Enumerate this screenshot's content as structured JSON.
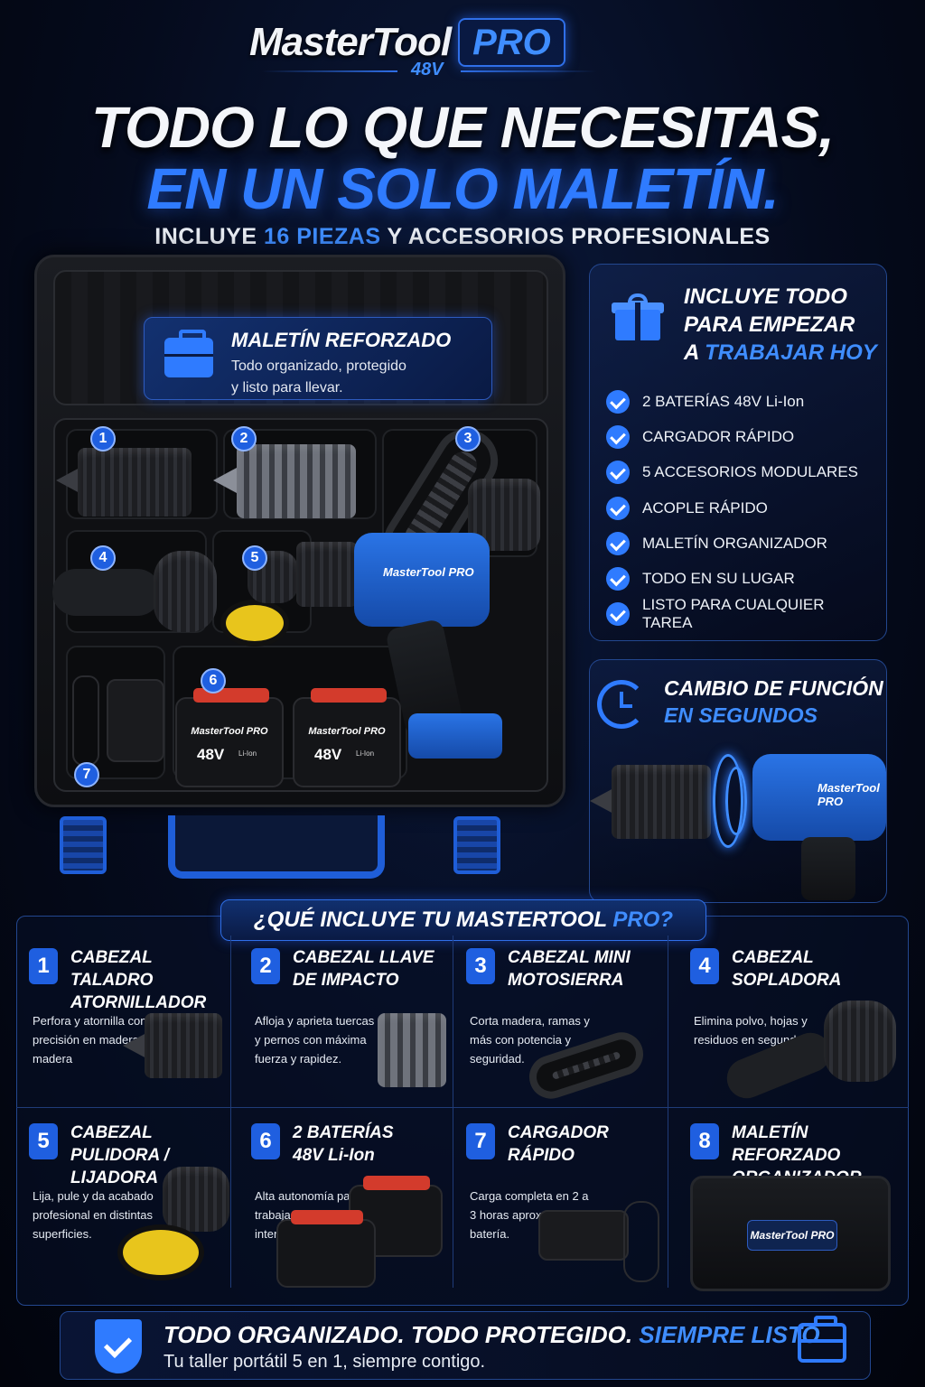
{
  "brand": {
    "name": "MasterTool",
    "pro": "PRO",
    "voltage": "48V"
  },
  "headline": {
    "line1": "TODO LO QUE NECESITAS,",
    "line2": "EN UN SOLO MALETÍN.",
    "sub_a": "INCLUYE ",
    "sub_hl": "16 PIEZAS",
    "sub_b": " Y ACCESORIOS PROFESIONALES"
  },
  "case": {
    "card_title": "MALETÍN REFORZADO",
    "card_text_1": "Todo organizado, protegido",
    "card_text_2": "y listo para llevar.",
    "numbers": [
      "1",
      "2",
      "3",
      "4",
      "5",
      "6",
      "7"
    ],
    "drill_label": "MasterTool PRO",
    "battery_brand": "MasterTool PRO",
    "battery_volt": "48V",
    "battery_chem": "Li-Ion"
  },
  "includes": {
    "title_1": "INCLUYE TODO",
    "title_2": "PARA EMPEZAR",
    "title_3a": "A ",
    "title_3b": "TRABAJAR HOY",
    "items": [
      "2 BATERÍAS 48V Li-Ion",
      "CARGADOR RÁPIDO",
      "5 ACCESORIOS MODULARES",
      "ACOPLE RÁPIDO",
      "MALETÍN ORGANIZADOR",
      "TODO EN SU LUGAR",
      "LISTO PARA CUALQUIER TAREA"
    ]
  },
  "quick_change": {
    "title_1": "CAMBIO DE FUNCIÓN",
    "title_2": "EN SEGUNDOS",
    "drill_label": "MasterTool PRO"
  },
  "grid": {
    "title_a": "¿QUÉ INCLUYE TU MASTERTOOL ",
    "title_hl": "PRO?",
    "cells": [
      {
        "num": "1",
        "title_1": "CABEZAL TALADRO",
        "title_2": "ATORNILLADOR",
        "text": "Perfora y atornilla con precisión en madera en madera"
      },
      {
        "num": "2",
        "title_1": "CABEZAL LLAVE",
        "title_2": "DE IMPACTO",
        "text": "Afloja y aprieta tuercas y pernos con máxima fuerza y rapidez."
      },
      {
        "num": "3",
        "title_1": "CABEZAL MINI",
        "title_2": "MOTOSIERRA",
        "text": "Corta madera, ramas y más con potencia y seguridad."
      },
      {
        "num": "4",
        "title_1": "CABEZAL",
        "title_2": "SOPLADORA",
        "text": "Elimina polvo, hojas y residuos en segundos."
      },
      {
        "num": "5",
        "title_1": "CABEZAL",
        "title_2": "PULIDORA / LIJADORA",
        "text": "Lija, pule y da acabado profesional en distintas superficies."
      },
      {
        "num": "6",
        "title_1": "2 BATERÍAS",
        "title_2": "48V Li-Ion",
        "text": "Alta autonomía para trabajar sin interrupciones."
      },
      {
        "num": "7",
        "title_1": "CARGADOR",
        "title_2": "RÁPIDO",
        "text": "Carga completa en 2 a 3 horas aprox. por batería."
      },
      {
        "num": "8",
        "title_1": "MALETÍN REFORZADO",
        "title_2": "ORGANIZADOR",
        "text": ""
      }
    ],
    "case_label": "MasterTool PRO"
  },
  "footer": {
    "title_a": "TODO ORGANIZADO. TODO PROTEGIDO. ",
    "title_hl": "SIEMPRE LISTO.",
    "sub": "Tu taller portátil 5 en 1, siempre contigo."
  },
  "colors": {
    "accent": "#2f7bff",
    "background": "#050b1d",
    "battery_red": "#d33b2c",
    "polish_yellow": "#e8c51c"
  }
}
